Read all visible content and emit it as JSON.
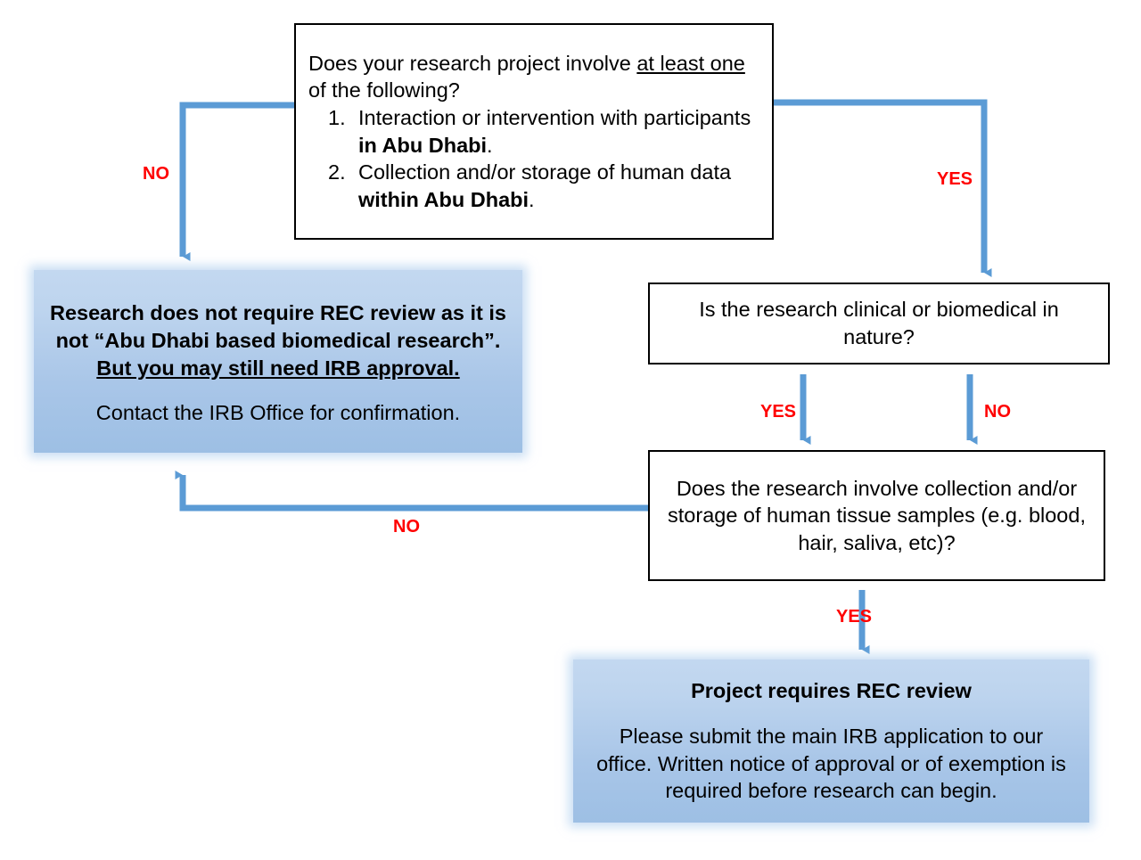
{
  "theme": {
    "arrow_color": "#5B9BD5",
    "label_color": "#FF0000",
    "box_border_color": "#000000",
    "box_fill_white": "#FFFFFF",
    "box_fill_blue_top": "#C3D8F0",
    "box_fill_blue_bottom": "#9DBFE4",
    "text_color": "#000000"
  },
  "nodes": {
    "question_scope": {
      "name": "Does your research project involve at least one of the following?",
      "lead_1": "Does your research project involve ",
      "lead_emphasis": "at least one",
      "lead_2": " of the following?",
      "items": [
        {
          "number": "1.",
          "text_1": "Interaction or intervention with participants ",
          "text_bold": "in Abu Dhabi",
          "text_2": "."
        },
        {
          "number": "2.",
          "text_1": "Collection and/or storage of human data ",
          "text_bold": "within Abu Dhabi",
          "text_2": "."
        }
      ]
    },
    "outcome_no_rec": {
      "line_bold_1": "Research does not require REC review as it is not “Abu Dhabi based biomedical research”.",
      "line_bold_underline": "But you may still need IRB approval.",
      "line_plain": "Contact the IRB Office for confirmation."
    },
    "question_clinical": {
      "text": "Is the research clinical or biomedical in nature?"
    },
    "question_tissue": {
      "text": "Does the research involve collection and/or storage of human tissue samples (e.g. blood, hair, saliva, etc)?"
    },
    "outcome_rec_required": {
      "heading": "Project requires REC review",
      "body": "Please submit the main IRB application to our office. Written notice of approval or of exemption is required before research can begin."
    }
  },
  "edges": [
    {
      "id": "scope-no",
      "label": "NO",
      "from": "question_scope",
      "to": "outcome_no_rec"
    },
    {
      "id": "scope-yes",
      "label": "YES",
      "from": "question_scope",
      "to": "question_clinical"
    },
    {
      "id": "clinical-yes",
      "label": "YES",
      "from": "question_clinical",
      "to": "question_tissue"
    },
    {
      "id": "clinical-no",
      "label": "NO",
      "from": "question_clinical",
      "to": "question_tissue"
    },
    {
      "id": "tissue-no",
      "label": "NO",
      "from": "question_tissue",
      "to": "outcome_no_rec"
    },
    {
      "id": "tissue-yes",
      "label": "YES",
      "from": "question_tissue",
      "to": "outcome_rec_required"
    }
  ]
}
